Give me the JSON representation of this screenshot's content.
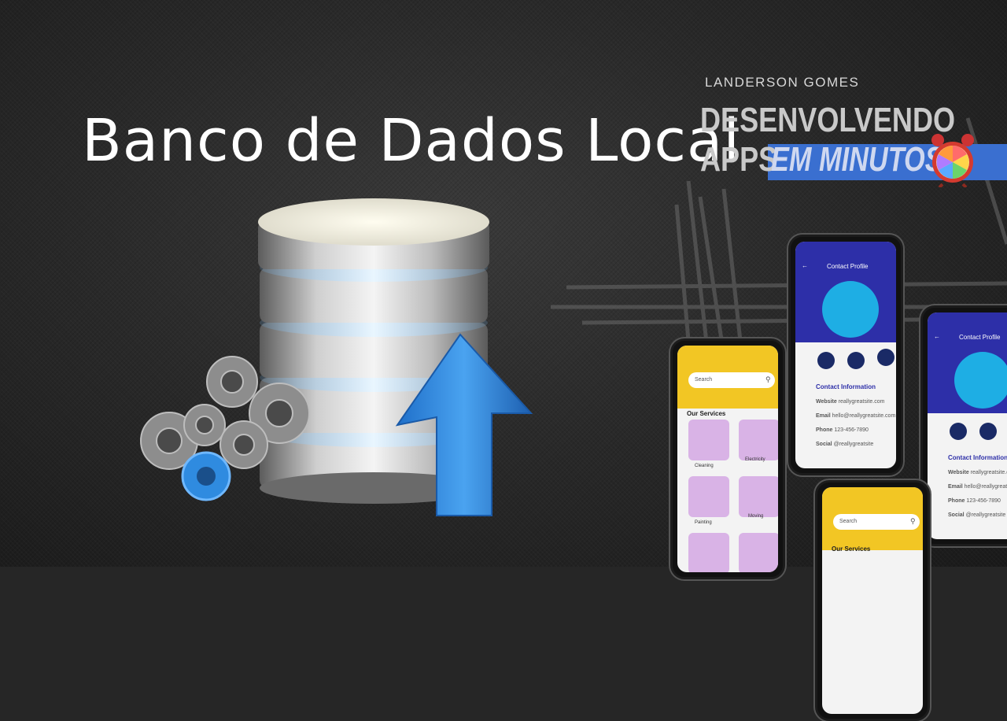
{
  "headline": "Banco de Dados Local",
  "brand": {
    "author": "LANDERSON GOMES",
    "line1": "DESENVOLVENDO",
    "line2": "APPS",
    "line3": "EM MINUTOS"
  },
  "phones": {
    "profile_screen": {
      "title": "Contact Profile",
      "section": "Contact Information",
      "rows": [
        {
          "label": "Website",
          "value": "reallygreatsite.com"
        },
        {
          "label": "Email",
          "value": "hello@reallygreatsite.com"
        },
        {
          "label": "Phone",
          "value": "123-456-7890"
        },
        {
          "label": "Social",
          "value": "@reallygreatsite"
        }
      ]
    },
    "services_screen": {
      "search": "Search",
      "section": "Our Services",
      "services": [
        "Cleaning",
        "Electricity",
        "Painting",
        "Moving"
      ]
    }
  },
  "colors": {
    "phone_blue": "#2d2fa8",
    "phone_yellow": "#f2c624",
    "brand_blue": "#3a6fd0",
    "arrow_blue": "#2f8be0"
  }
}
